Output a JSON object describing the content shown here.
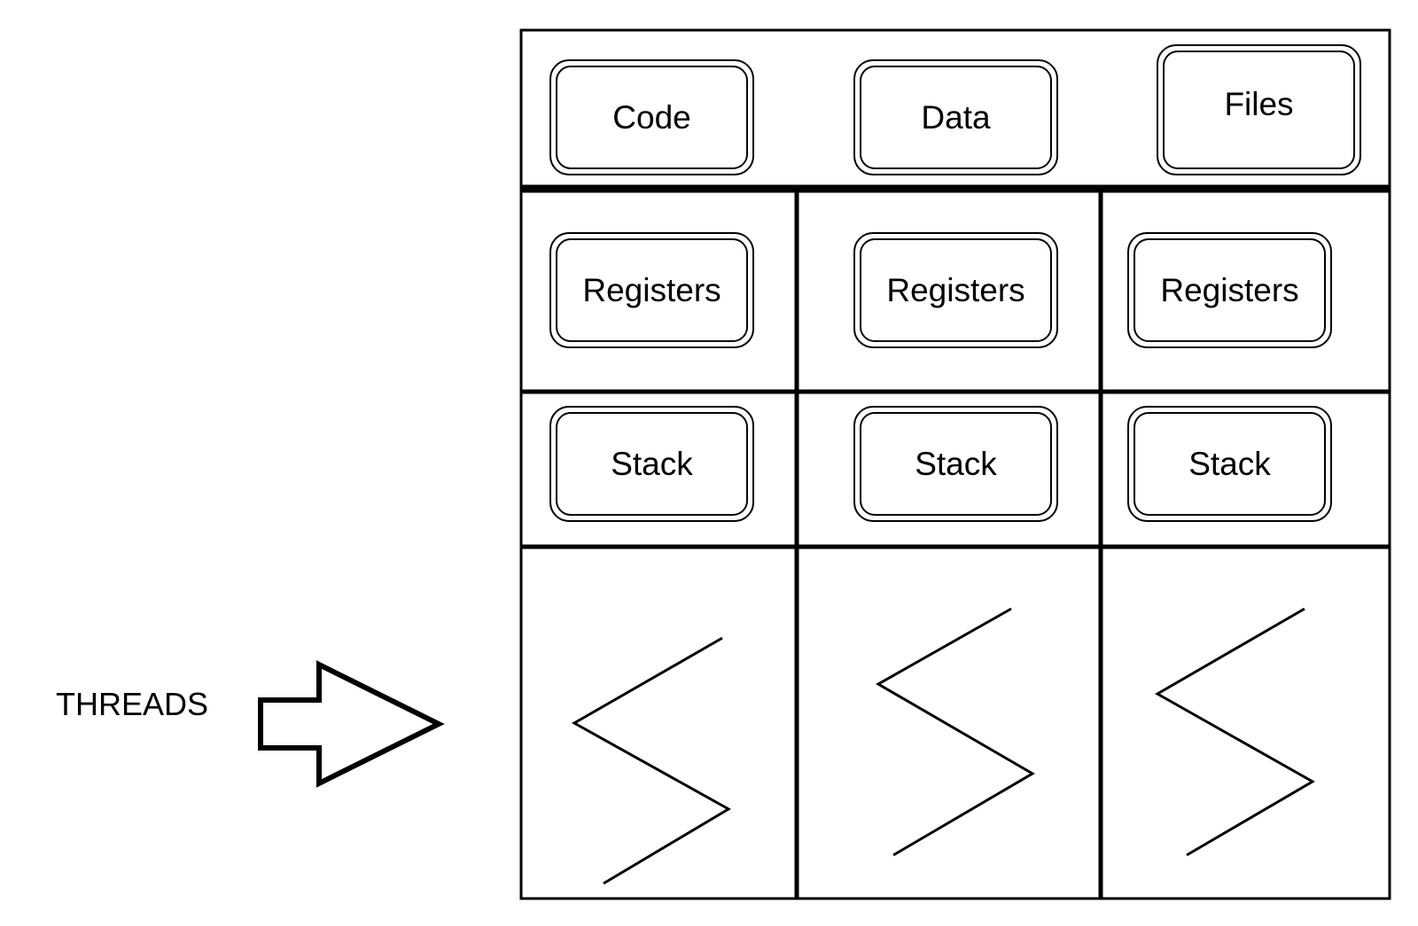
{
  "shared": {
    "code_label": "Code",
    "data_label": "Data",
    "files_label": "Files"
  },
  "threads": [
    {
      "registers_label": "Registers",
      "stack_label": "Stack"
    },
    {
      "registers_label": "Registers",
      "stack_label": "Stack"
    },
    {
      "registers_label": "Registers",
      "stack_label": "Stack"
    }
  ],
  "threads_label": "THREADS",
  "colors": {
    "line": "#000000",
    "background": "#ffffff"
  },
  "icons": {
    "pointer": "arrow-right-icon",
    "thread": "zigzag-thread-icon"
  }
}
